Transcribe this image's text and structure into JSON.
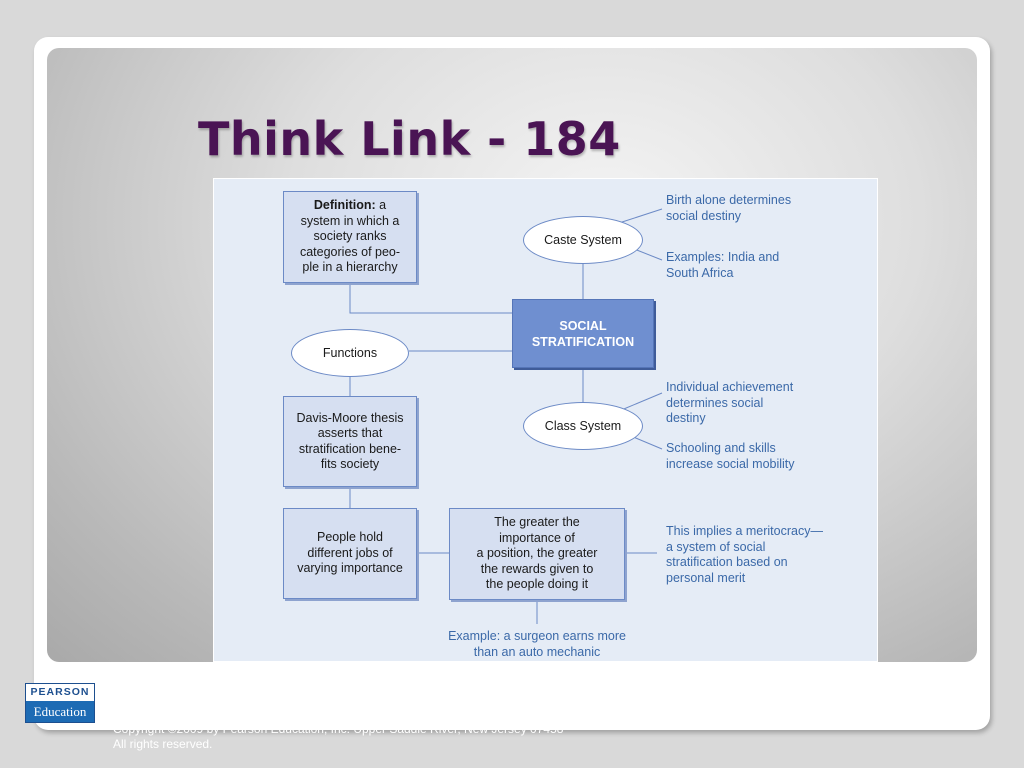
{
  "slide": {
    "title": "Think Link - 184"
  },
  "diagram": {
    "center": [
      "SOCIAL",
      "STRATIFICATION"
    ],
    "definition": {
      "label": "Definition:",
      "lines": [
        " a",
        "system in which a",
        "society ranks",
        "categories of peo-",
        "ple in a hierarchy"
      ]
    },
    "caste_system": "Caste System",
    "class_system": "Class System",
    "functions": "Functions",
    "caste_notes": {
      "birth": [
        "Birth alone determines",
        "social destiny"
      ],
      "examples": [
        "Examples: India and",
        "South Africa"
      ]
    },
    "class_notes": {
      "achievement": [
        "Individual achievement",
        "determines social",
        "destiny"
      ],
      "schooling": [
        "Schooling and skills",
        "increase social mobility"
      ]
    },
    "davis_moore": [
      "Davis-Moore thesis",
      "asserts that",
      "stratification bene-",
      "fits society"
    ],
    "people_hold": [
      "People hold",
      "different jobs of",
      "varying importance"
    ],
    "greater": [
      "The greater the",
      "importance of",
      "a position, the greater",
      "the rewards given to",
      "the people doing it"
    ],
    "meritocracy": [
      "This implies a meritocracy—",
      "a system of social",
      "stratification based on",
      "personal merit"
    ],
    "surgeon": [
      "Example: a surgeon earns more",
      "than an auto mechanic"
    ]
  },
  "footer": {
    "logo_top": "PEARSON",
    "logo_bottom": "Education",
    "copyright": [
      "Copyright ©2009 by Pearson Education, Inc. Upper Saddle River, New Jersey 07458",
      "All rights reserved."
    ]
  },
  "colors": {
    "title": "#4a1454",
    "box_fill": "#d6dff1",
    "box_border": "#6c8ac6",
    "center_fill": "#6f8fd0",
    "note_text": "#3b69a8"
  }
}
